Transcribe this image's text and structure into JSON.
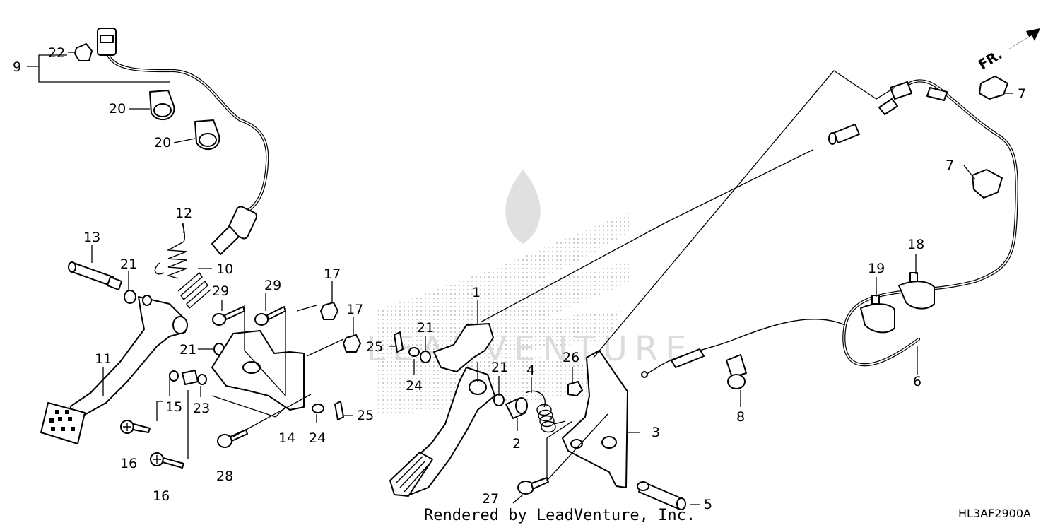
{
  "diagram": {
    "front_indicator": "FR.",
    "callouts": [
      "1",
      "2",
      "3",
      "4",
      "5",
      "6",
      "7",
      "7",
      "8",
      "9",
      "10",
      "11",
      "12",
      "13",
      "14",
      "15",
      "16",
      "16",
      "17",
      "17",
      "18",
      "19",
      "20",
      "20",
      "21",
      "21",
      "21",
      "21",
      "22",
      "23",
      "24",
      "24",
      "25",
      "25",
      "26",
      "27",
      "28",
      "29",
      "29"
    ],
    "footer": "Rendered by LeadVenture, Inc.",
    "diagram_code": "HL3AF2900A",
    "watermark_text": "LEADVENTURE"
  }
}
